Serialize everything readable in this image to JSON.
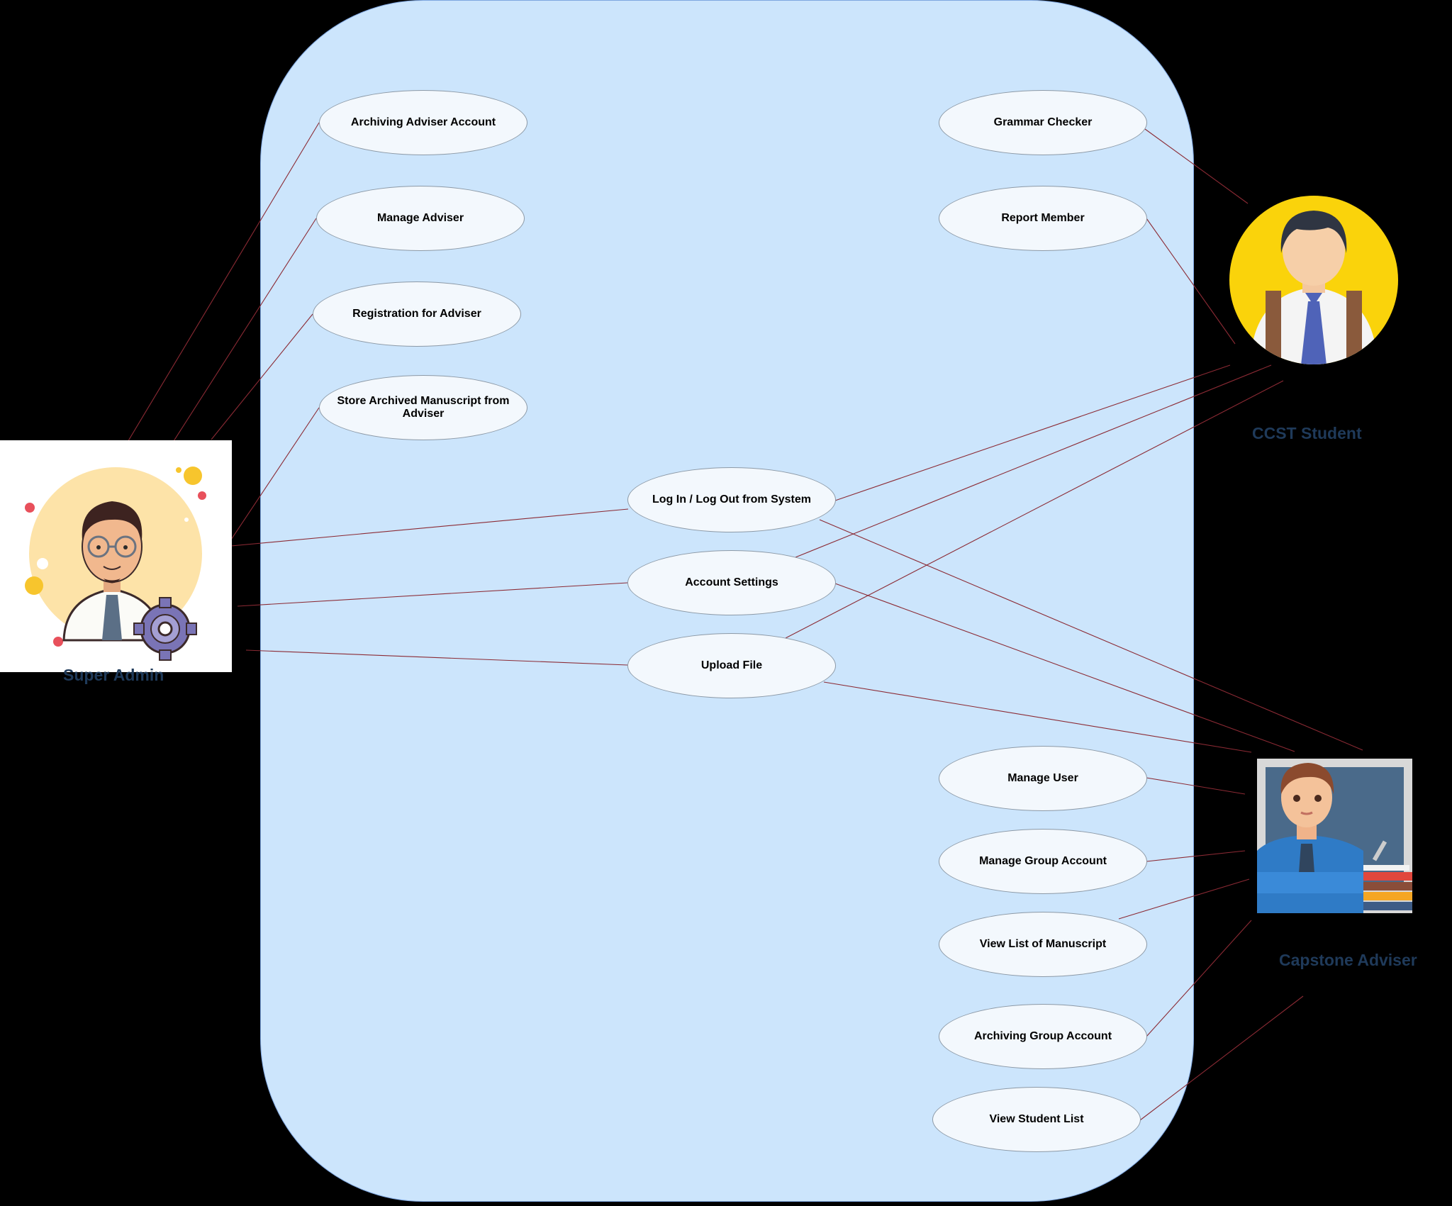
{
  "colors": {
    "canvas": "#000000",
    "system_boundary_fill": "#cce5fc",
    "use_case_fill": "#f3f8fd",
    "association_line": "#8b2a34",
    "actor_label": "#1f3a5a"
  },
  "actors": {
    "super_admin": {
      "label": "Super Admin",
      "icon": "admin-avatar-with-gear"
    },
    "ccst_student": {
      "label": "CCST Student",
      "icon": "student-avatar"
    },
    "capstone_adviser": {
      "label": "Capstone Adviser",
      "icon": "teacher-avatar"
    }
  },
  "use_cases": {
    "archiving_adviser_account": "Archiving Adviser Account",
    "manage_adviser": "Manage Adviser",
    "registration_for_adviser": "Registration for Adviser",
    "store_archived_manuscript": "Store Archived Manuscript from Adviser",
    "login_logout": "Log In / Log Out from System",
    "account_settings": "Account Settings",
    "upload_file": "Upload File",
    "grammar_checker": "Grammar Checker",
    "report_member": "Report Member",
    "manage_user": "Manage User",
    "manage_group_account": "Manage Group Account",
    "view_list_of_manuscript": "View List of Manuscript",
    "archiving_group_account": "Archiving Group Account",
    "view_student_list": "View Student List"
  },
  "associations": [
    {
      "from": "super_admin",
      "to": "archiving_adviser_account"
    },
    {
      "from": "super_admin",
      "to": "manage_adviser"
    },
    {
      "from": "super_admin",
      "to": "registration_for_adviser"
    },
    {
      "from": "super_admin",
      "to": "store_archived_manuscript"
    },
    {
      "from": "super_admin",
      "to": "login_logout"
    },
    {
      "from": "super_admin",
      "to": "account_settings"
    },
    {
      "from": "super_admin",
      "to": "upload_file"
    },
    {
      "from": "ccst_student",
      "to": "grammar_checker"
    },
    {
      "from": "ccst_student",
      "to": "report_member"
    },
    {
      "from": "ccst_student",
      "to": "login_logout"
    },
    {
      "from": "ccst_student",
      "to": "account_settings"
    },
    {
      "from": "ccst_student",
      "to": "upload_file"
    },
    {
      "from": "capstone_adviser",
      "to": "login_logout"
    },
    {
      "from": "capstone_adviser",
      "to": "account_settings"
    },
    {
      "from": "capstone_adviser",
      "to": "upload_file"
    },
    {
      "from": "capstone_adviser",
      "to": "manage_user"
    },
    {
      "from": "capstone_adviser",
      "to": "manage_group_account"
    },
    {
      "from": "capstone_adviser",
      "to": "view_list_of_manuscript"
    },
    {
      "from": "capstone_adviser",
      "to": "archiving_group_account"
    },
    {
      "from": "capstone_adviser",
      "to": "view_student_list"
    }
  ]
}
